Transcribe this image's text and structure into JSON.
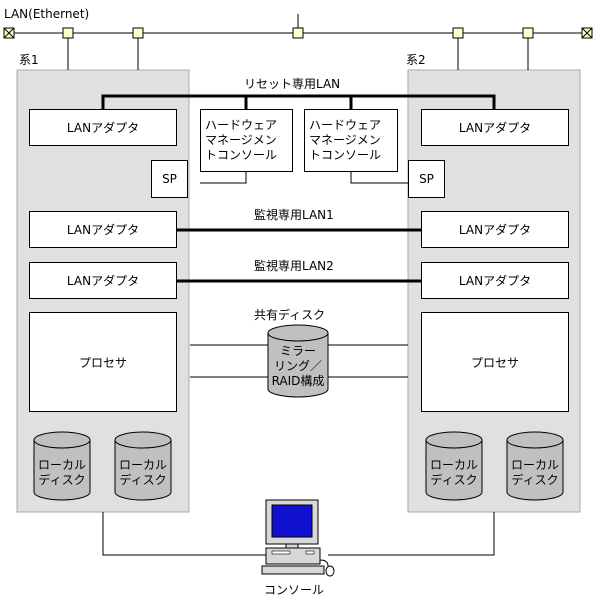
{
  "lan": {
    "label": "LAN(Ethernet)"
  },
  "systems": [
    {
      "name": "系1"
    },
    {
      "name": "系2"
    }
  ],
  "reset_lan": {
    "label": "リセット専用LAN"
  },
  "monitor_lan1": {
    "label": "監視専用LAN1"
  },
  "monitor_lan2": {
    "label": "監視専用LAN2"
  },
  "lan_adapter": {
    "label": "LANアダプタ"
  },
  "sp": {
    "label": "SP"
  },
  "hw_console": {
    "lines": [
      "ハードウェア",
      "マネージメン",
      "トコンソール"
    ]
  },
  "processor": {
    "label": "プロセサ"
  },
  "shared_disk": {
    "label": "共有ディスク",
    "lines": [
      "ミラー",
      "リング／",
      "RAID構成"
    ]
  },
  "local_disk": {
    "lines": [
      "ローカル",
      "ディスク"
    ]
  },
  "console": {
    "label": "コンソール"
  },
  "colors": {
    "system_bg": "#e0e0e0",
    "node": "#ffffcc",
    "disk": "#c0c0c0",
    "screen": "#1010d0"
  }
}
